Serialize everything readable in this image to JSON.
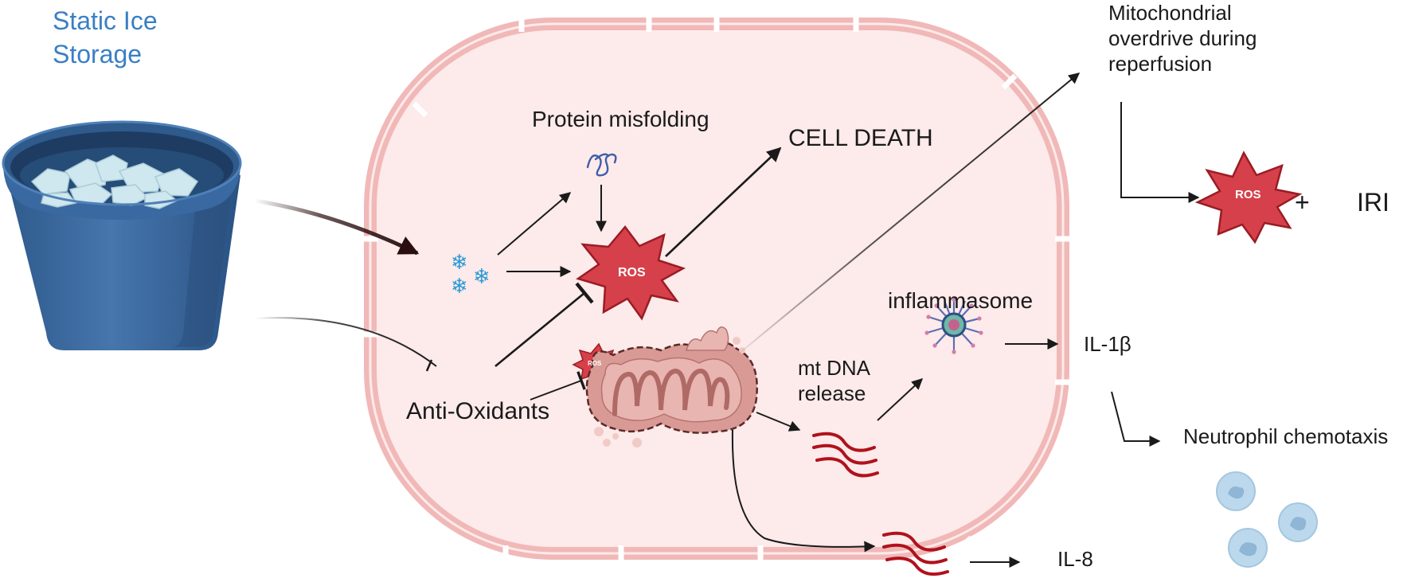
{
  "title": {
    "line1": "Static Ice",
    "line2": "Storage"
  },
  "labels": {
    "protein_misfolding": "Protein misfolding",
    "cell_death": "CELL DEATH",
    "antioxidants": "Anti-Oxidants",
    "mt_dna_line1": "mt DNA",
    "mt_dna_line2": "release",
    "inflammasome": "inflammasome",
    "il1b": "IL-1β",
    "il8": "IL-8",
    "neutrophil": "Neutrophil chemotaxis",
    "mito_line1": "Mitochondrial",
    "mito_line2": "overdrive during",
    "mito_line3": "reperfusion",
    "plus": "+",
    "iri": "IRI"
  },
  "ros_badges": {
    "main": "ROS",
    "right": "ROS",
    "mito": "ROS"
  },
  "colors": {
    "title_blue": "#3a7fc4",
    "cell_fill": "#fdeaea",
    "membrane": "#f1b8b8",
    "ros_red": "#d6404a",
    "bucket_blue": "#3d6da3",
    "dna_red": "#b0121c",
    "ice": "#cfe7ee",
    "snowflake": "#2b9ad6"
  },
  "icons": [
    "ice-bucket-icon",
    "snowflake-icon",
    "protein-icon",
    "ros-burst-icon",
    "mitochondrion-icon",
    "dna-strand-icon",
    "inflammasome-icon",
    "neutrophil-icon"
  ]
}
